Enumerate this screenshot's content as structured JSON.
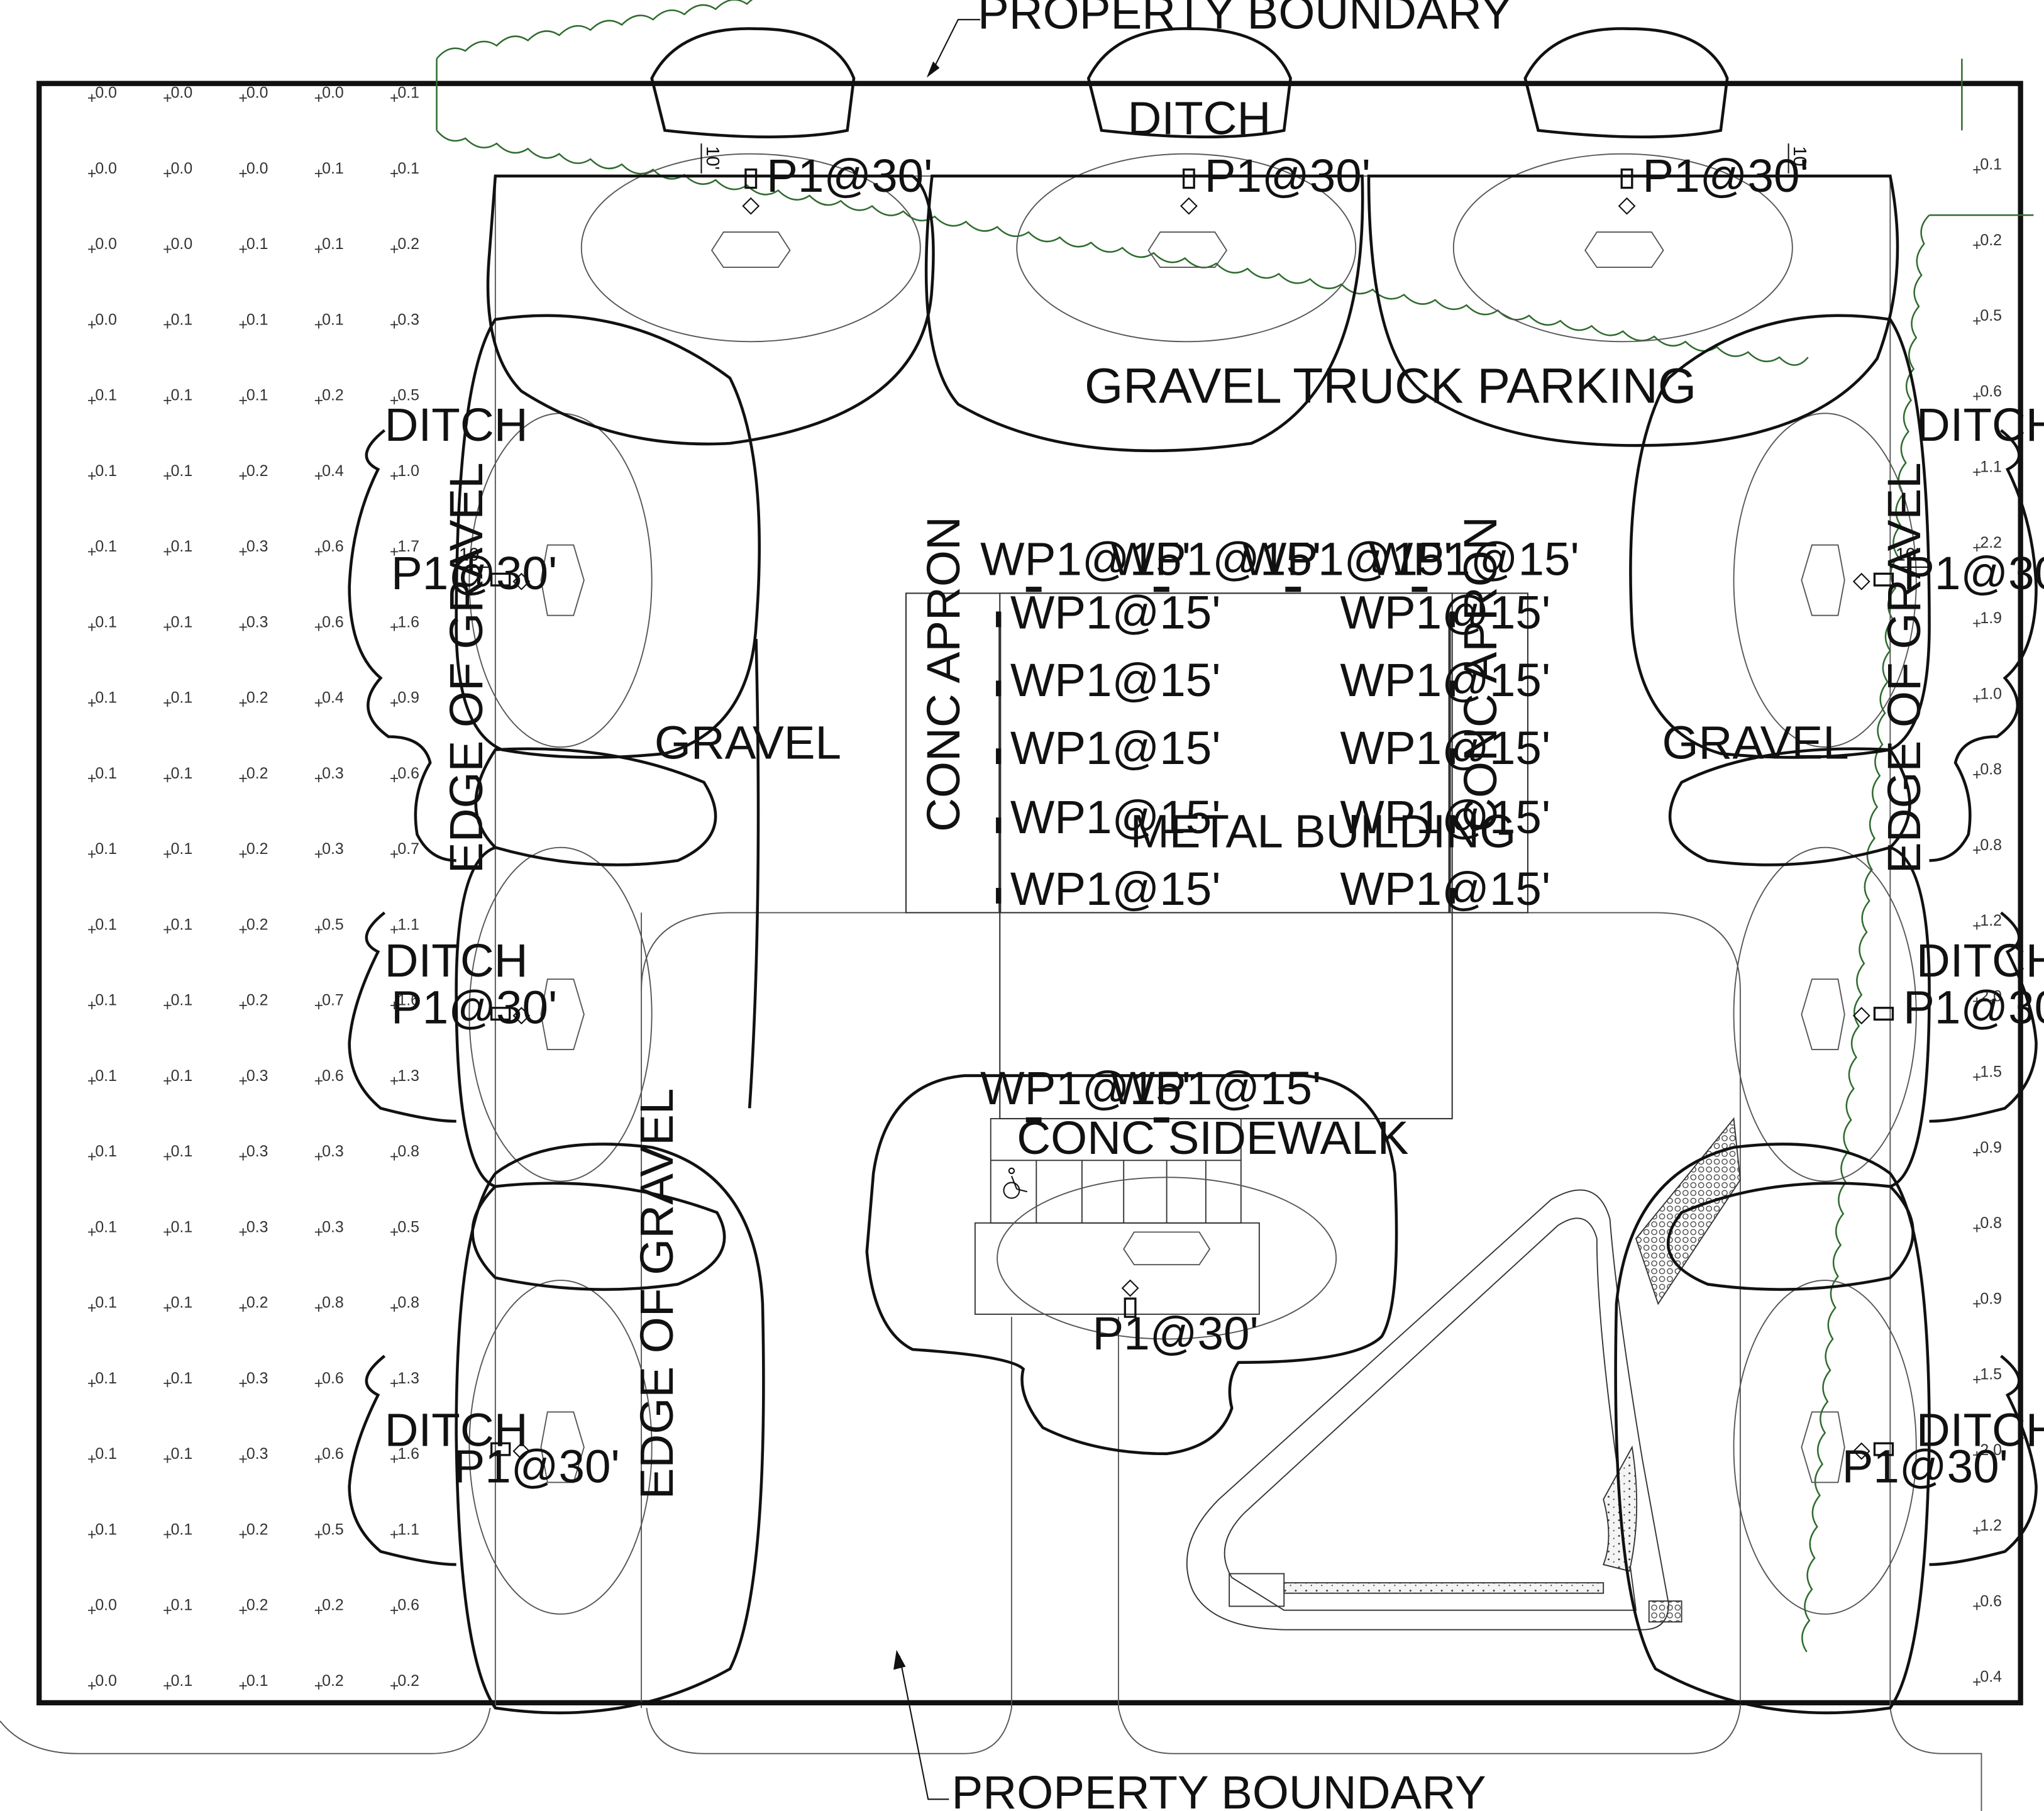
{
  "labels": {
    "property_boundary_top": "PROPERTY BOUNDARY",
    "property_boundary_bottom": "PROPERTY BOUNDARY",
    "ditch_top": "DITCH",
    "gravel_truck_parking": "GRAVEL TRUCK PARKING",
    "ditch_left_1": "DITCH",
    "ditch_left_2": "DITCH",
    "ditch_left_3": "DITCH",
    "ditch_right_1": "DITCH",
    "ditch_right_2": "DITCH",
    "ditch_right_3": "DITCH",
    "gravel_left": "GRAVEL",
    "gravel_right": "GRAVEL",
    "edge_of_gravel_left": "EDGE OF GRAVEL",
    "edge_of_gravel_mid": "EDGE OF GRAVEL",
    "edge_of_gravel_right": "EDGE OF GRAVEL",
    "conc_apron_left": "CONC APRON",
    "conc_apron_right": "CONC APRON",
    "metal_building": "METAL BUILDING",
    "conc_sidewalk": "CONC SIDEWALK",
    "dim_10_top_left": "10'",
    "dim_10_top_right": "10'",
    "dim_10_left": "10'",
    "dim_10_right": "10'"
  },
  "fixtures": {
    "pole": "P1@30'",
    "wall_pack": "WP1@15'"
  },
  "photometric_grid": {
    "columns": [
      [
        "0.0",
        "0.0",
        "0.0",
        "0.0",
        "0.1",
        "0.1",
        "0.1",
        "0.1",
        "0.1",
        "0.1",
        "0.1",
        "0.1",
        "0.1",
        "0.1",
        "0.1",
        "0.1",
        "0.1",
        "0.1",
        "0.1",
        "0.1",
        "0.0",
        "0.0"
      ],
      [
        "0.0",
        "0.0",
        "0.0",
        "0.1",
        "0.1",
        "0.1",
        "0.1",
        "0.1",
        "0.1",
        "0.1",
        "0.1",
        "0.1",
        "0.1",
        "0.1",
        "0.1",
        "0.1",
        "0.1",
        "0.1",
        "0.1",
        "0.1",
        "0.1",
        "0.1"
      ],
      [
        "0.0",
        "0.0",
        "0.1",
        "0.1",
        "0.1",
        "0.2",
        "0.3",
        "0.3",
        "0.2",
        "0.2",
        "0.2",
        "0.2",
        "0.2",
        "0.3",
        "0.3",
        "0.3",
        "0.2",
        "0.3",
        "0.3",
        "0.2",
        "0.2",
        "0.1"
      ],
      [
        "0.0",
        "0.1",
        "0.1",
        "0.1",
        "0.2",
        "0.4",
        "0.6",
        "0.6",
        "0.4",
        "0.3",
        "0.3",
        "0.5",
        "0.7",
        "0.6",
        "0.3",
        "0.3",
        "0.8",
        "0.6",
        "0.6",
        "0.5",
        "0.2",
        "0.2"
      ],
      [
        "0.1",
        "0.1",
        "0.2",
        "0.3",
        "0.5",
        "1.0",
        "1.7",
        "1.6",
        "0.9",
        "0.6",
        "0.7",
        "1.1",
        "1.6",
        "1.3",
        "0.8",
        "0.5",
        "0.8",
        "1.3",
        "1.6",
        "1.1",
        "0.6",
        "0.2"
      ]
    ],
    "right_column": [
      "0.1",
      "0.2",
      "0.5",
      "0.6",
      "1.1",
      "2.2",
      "1.9",
      "1.0",
      "0.8",
      "0.8",
      "1.2",
      "2.0",
      "1.5",
      "0.9",
      "0.8",
      "0.9",
      "1.5",
      "2.0",
      "1.2",
      "0.6",
      "0.4"
    ]
  },
  "colors": {
    "line": "#111111",
    "shrub": "#2e6b2e",
    "thin": "#555555"
  }
}
